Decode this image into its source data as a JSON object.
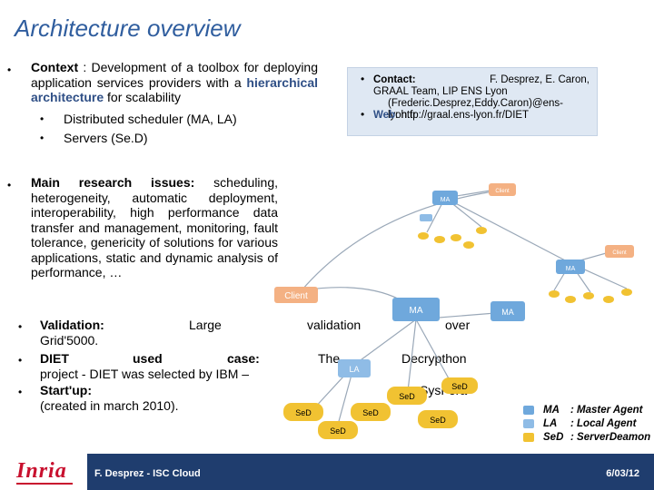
{
  "slide": {
    "title": "Architecture overview",
    "context": {
      "label": "Context",
      "sep": " : ",
      "text1": "Development of a toolbox for deploying application services providers with a ",
      "highlight": "hierarchical architecture",
      "text2": " for scalability",
      "sub": [
        "Distributed scheduler (MA, LA)",
        "Servers (Se.D)"
      ]
    },
    "research": {
      "label": "Main research issues:",
      "text": " scheduling, heterogeneity, automatic deployment, interoperability, high performance data transfer and management, monitoring, fault tolerance, genericity of solutions for various applications, static and dynamic analysis of performance, …"
    },
    "lower": {
      "line1a": "Validation:",
      "line1b": "Large",
      "line1c": "validation",
      "line1d": "over",
      "line2": "Grid'5000.",
      "line3a": "DIET",
      "line3b": "used",
      "line3c": "case:",
      "line3d": "The",
      "line3e": "Decrypthon",
      "line4": "project - DIET was selected by IBM –",
      "line5a": "Start'up:",
      "line5b": "SysFera",
      "line6": "(created in march 2010)."
    },
    "contact": {
      "label": "Contact:",
      "names": "F. Desprez, E. Caron,",
      "team": "GRAAL Team, LIP ENS Lyon",
      "emails": "(Frederic.Desprez,Eddy.Caron)@ens-lyon.fr",
      "web_label": "Web",
      "web": ": http://graal.ens-lyon.fr/DIET"
    },
    "diagram": {
      "nodes": {
        "client": "Client",
        "ma": "MA",
        "la": "LA",
        "sed": "SeD"
      }
    },
    "legend": [
      {
        "code": "MA",
        "desc": ": Master Agent",
        "color": "#6fa8dc"
      },
      {
        "code": "LA",
        "desc": ": Local Agent",
        "color": "#8fbce6"
      },
      {
        "code": "SeD",
        "desc": ": ServerDeamon",
        "color": "#f1c232"
      }
    ],
    "footer": {
      "logo": "Inria",
      "presenter": "F. Desprez - ISC Cloud",
      "date": "6/03/12"
    }
  }
}
